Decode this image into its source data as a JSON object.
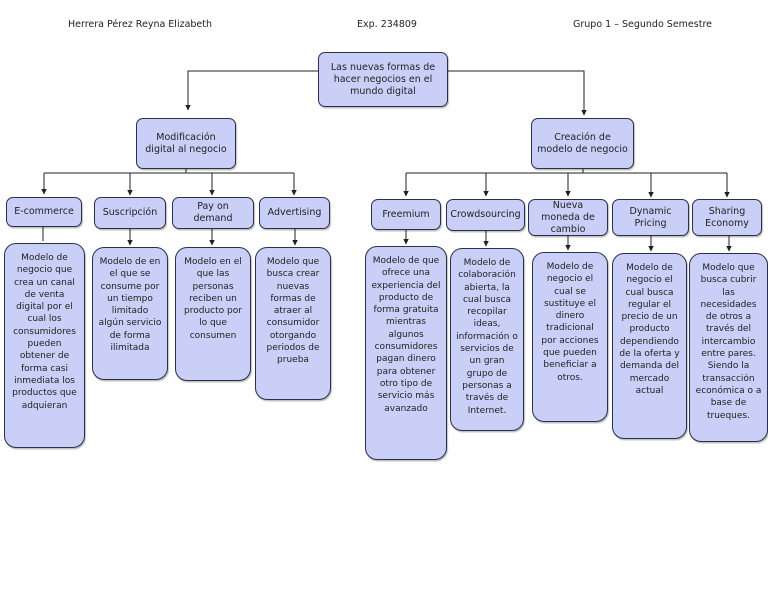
{
  "header": {
    "author": "Herrera Pérez Reyna Elizabeth",
    "exp": "Exp. 234809",
    "group": "Grupo 1 – Segundo Semestre"
  },
  "root": "Las nuevas formas de hacer negocios en el mundo digital",
  "branches": {
    "left": {
      "title": "Modificación digital al negocio",
      "items": [
        {
          "title": "E-commerce",
          "desc": "Modelo de negocio que crea un canal de venta digital por el cual los consumidores pueden obtener de forma casi inmediata los productos que adquieran"
        },
        {
          "title": "Suscripción",
          "desc": "Modelo de en el que se consume por un tiempo limitado algún servicio de forma ilimitada"
        },
        {
          "title": "Pay on demand",
          "desc": "Modelo en el que las personas reciben un producto por lo que consumen"
        },
        {
          "title": "Advertising",
          "desc": "Modelo que busca crear nuevas formas de atraer al consumidor otorgando periodos de prueba"
        }
      ]
    },
    "right": {
      "title": "Creación de modelo de negocio",
      "items": [
        {
          "title": "Freemium",
          "desc": "Modelo de que ofrece una experiencia del producto de forma gratuita mientras algunos consumidores pagan dinero para obtener otro tipo de servicio más avanzado"
        },
        {
          "title": "Crowdsourcing",
          "desc": "Modelo de colaboración abierta, la cual busca recopilar ideas, información o servicios de un gran grupo de personas a través de Internet."
        },
        {
          "title": "Nueva moneda de cambio",
          "desc": "Modelo de negocio el cual se sustituye el dinero tradicional por acciones que pueden beneficiar a otros."
        },
        {
          "title": "Dynamic Pricing",
          "desc": "Modelo de negocio el cual busca regular el precio de un producto dependiendo de la oferta y demanda del mercado actual"
        },
        {
          "title": "Sharing Economy",
          "desc": "Modelo que busca cubrir las necesidades de otros a través del intercambio entre pares. Siendo la transacción económica o a base de trueques."
        }
      ]
    }
  }
}
